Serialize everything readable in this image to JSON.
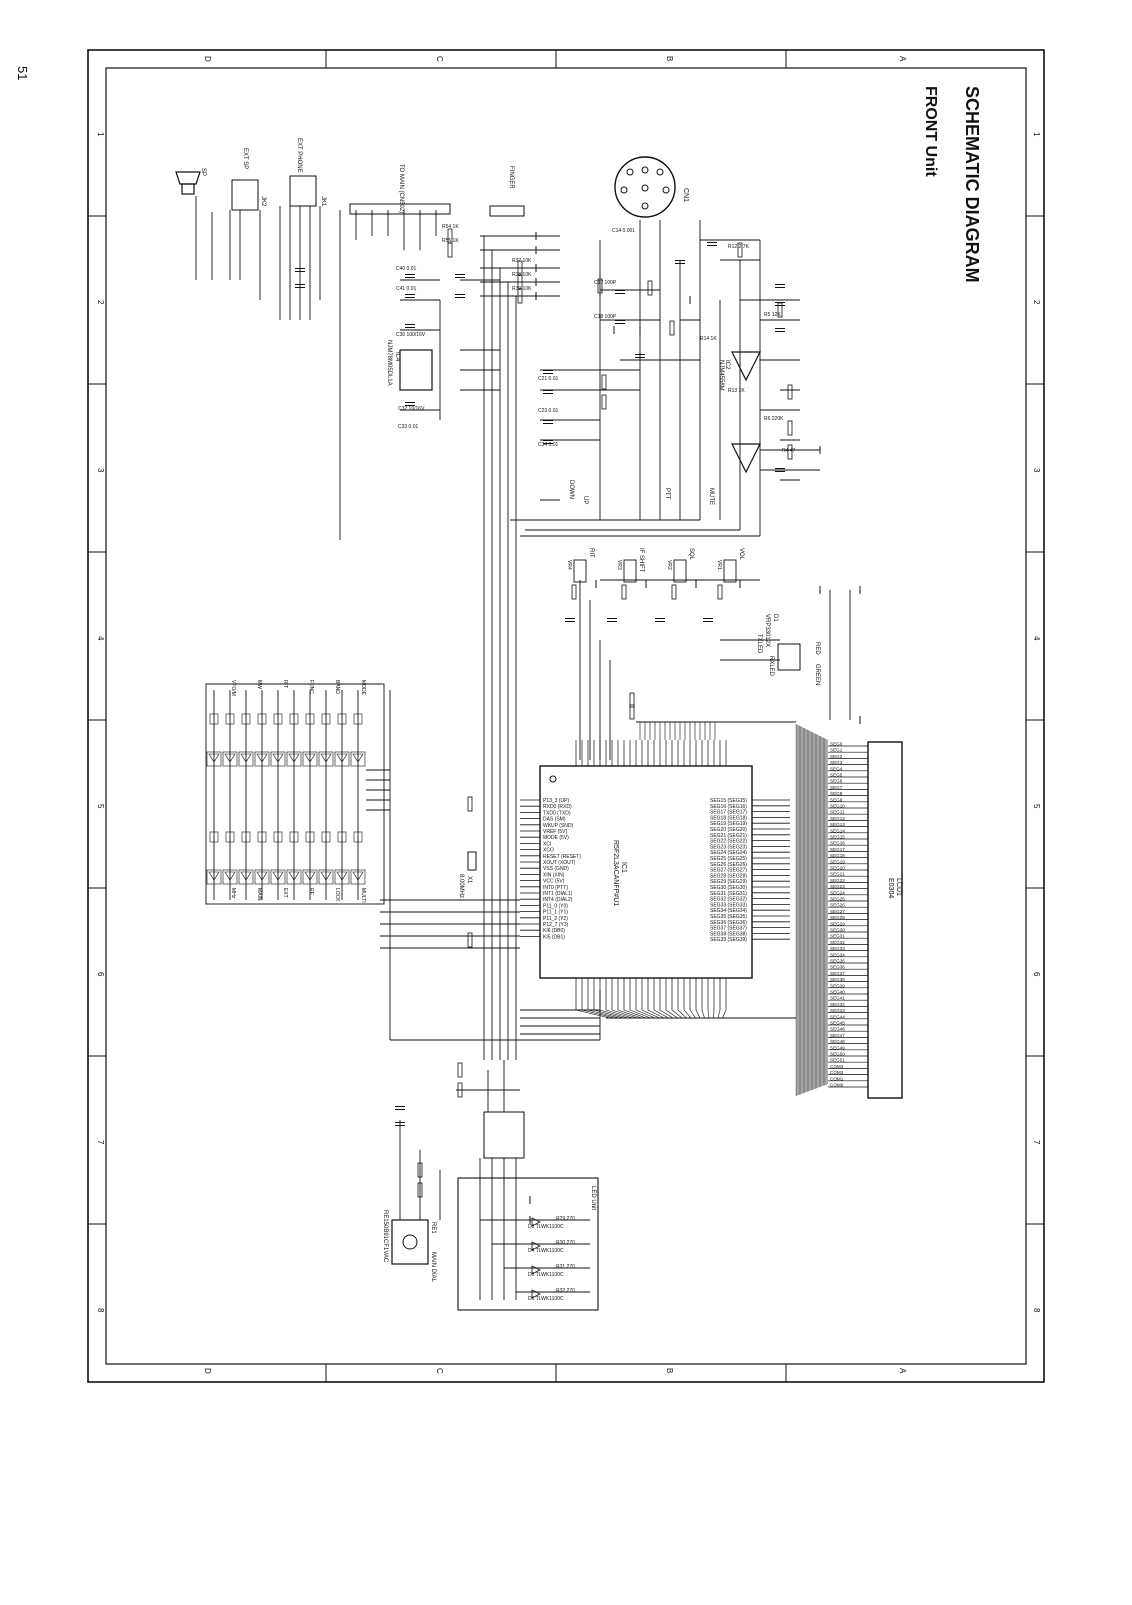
{
  "page_number": "51",
  "title": "SCHEMATIC DIAGRAM",
  "subtitle": "FRONT Unit",
  "border": {
    "row_labels": [
      "D",
      "C",
      "B",
      "A"
    ],
    "col_labels": [
      "1",
      "2",
      "3",
      "4",
      "5",
      "6",
      "7",
      "8"
    ]
  },
  "components": {
    "cn1_label": "CN1",
    "sp_label": "SP",
    "ext_sp_label": "EXT SP",
    "ext_phone_label": "EXT PHONE",
    "jk1_label": "JK1",
    "jk2_label": "JK2",
    "to_main_label": "TO MAIN (CN502)",
    "finger_label": "FINGER",
    "ic1_label": "IC1",
    "ic1_part": "R5F2L3ACANFP#U1",
    "lcd_label": "LCD1",
    "lcd_part": "E0304",
    "led_unit_label": "LED Unit",
    "main_dial_label": "MAIN DIAL",
    "re1_label": "RE1",
    "re1_part": "RE150B91CF1VAC",
    "d1_label": "D1",
    "d1_part": "VRP33012X",
    "red_label": "RED",
    "green_label": "GREEN",
    "rxled_label": "RXLED",
    "txled_label": "TXLED",
    "ic2_label": "IC2",
    "ic2_part": "NJM4558M",
    "ic4_label": "IC4",
    "ic4_part": "NJM78M05DL1A",
    "x1_label": "X1",
    "x1_part": "8.00MHz",
    "mute_label": "MUTE",
    "ptt_label": "PTT",
    "up_label": "UP",
    "down_label": "DOWN",
    "volume_labels": [
      "VOL",
      "SQL",
      "IF SHIFT",
      "RIT"
    ],
    "vr_labels": [
      "VR1",
      "VR2",
      "VR3",
      "VR4"
    ],
    "key_labels": [
      "MULTI",
      "LOCK",
      "RF",
      "EXT",
      "MAIN",
      "MHz",
      "MODE",
      "BAND",
      "FUNC",
      "RIT",
      "MW",
      "VFO/M"
    ],
    "resistors_left": [
      "R54 1K",
      "R55 1K",
      "R37 10K",
      "R38 10K",
      "R39 10K"
    ],
    "resistors_right": [
      "R12 2.7K",
      "R5 12K",
      "R6 220K",
      "R4 47",
      "R13 1K",
      "R14 1K"
    ],
    "cap_values": [
      "C14 0.001",
      "C17 100P",
      "C18 100P",
      "C40 0.01",
      "C41 0.01",
      "C30 100/16V",
      "C32 10/16V",
      "C33 0.01",
      "C21 0.01",
      "C23 0.01",
      "C34 0.01"
    ],
    "led_parts": [
      "D3 TLWK1100C",
      "D4 TLWK1100C",
      "D5 TLWK1100C",
      "D6 TLWK1100C"
    ],
    "led_resistors": [
      "R29 270",
      "R30 270",
      "R31 270",
      "R32 270"
    ],
    "ic1_left_pins": [
      "P13_3 (UP)",
      "RXD0 (RXD)",
      "TXD0 (TXD)",
      "DAS (SM)",
      "WKUP (SND)",
      "VREF (5V)",
      "MODE (5V)",
      "XCI",
      "XCO",
      "RESET (RESET)",
      "XOUT (XOUT)",
      "VSS (GND)",
      "XIN (XIN)",
      "VCC (5V)",
      "INT0 (PTT)",
      "INT1 (DIAL1)",
      "INT4 (DIAL2)",
      "P11_0 (Y0)",
      "P11_1 (Y1)",
      "P11_2 (Y2)",
      "P12_7 (Y3)",
      "KI6 (DB0)",
      "KI5 (DB1)"
    ],
    "ic1_right_pins": [
      "SEG15 (SEG15)",
      "SEG16 (SEG16)",
      "SEG17 (SEG17)",
      "SEG18 (SEG18)",
      "SEG19 (SEG19)",
      "SEG20 (SEG20)",
      "SEG21 (SEG21)",
      "SEG22 (SEG22)",
      "SEG23 (SEG23)",
      "SEG24 (SEG24)",
      "SEG25 (SEG25)",
      "SEG26 (SEG26)",
      "SEG27 (SEG27)",
      "SEG28 (SEG28)",
      "SEG29 (SEG29)",
      "SEG30 (SEG30)",
      "SEG31 (SEG31)",
      "SEG32 (SEG32)",
      "SEG33 (SEG33)",
      "SEG34 (SEG34)",
      "SEG35 (SEG35)",
      "SEG36 (SEG36)",
      "SEG37 (SEG37)",
      "SEG38 (SEG38)",
      "SEG39 (SEG39)"
    ],
    "lcd_pins": [
      "SEG0",
      "SEG1",
      "SEG2",
      "SEG3",
      "SEG4",
      "SEG5",
      "SEG6",
      "SEG7",
      "SEG8",
      "SEG9",
      "SEG10",
      "SEG11",
      "SEG12",
      "SEG13",
      "SEG14",
      "SEG15",
      "SEG16",
      "SEG17",
      "SEG18",
      "SEG19",
      "SEG20",
      "SEG21",
      "SEG22",
      "SEG23",
      "SEG24",
      "SEG25",
      "SEG26",
      "SEG27",
      "SEG28",
      "SEG29",
      "SEG30",
      "SEG31",
      "SEG32",
      "SEG33",
      "SEG34",
      "SEG35",
      "SEG36",
      "SEG37",
      "SEG38",
      "SEG39",
      "SEG40",
      "SEG41",
      "SEG42",
      "SEG43",
      "SEG44",
      "SEG45",
      "SEG46",
      "SEG47",
      "SEG48",
      "SEG49",
      "SEG50",
      "SEG51",
      "COM3",
      "COM2",
      "COM1",
      "COM0"
    ]
  }
}
